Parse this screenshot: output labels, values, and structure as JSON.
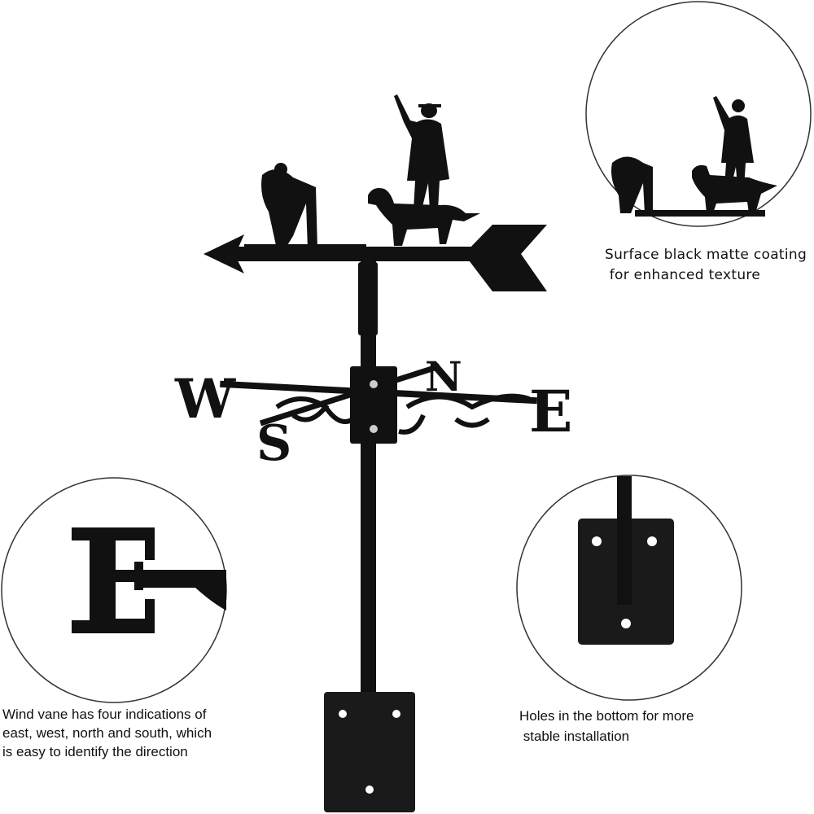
{
  "colors": {
    "metal": "#111111",
    "circle_border": "#333333",
    "background": "#ffffff"
  },
  "compass": {
    "west": "W",
    "east": "E",
    "north": "N",
    "south": "S"
  },
  "callouts": [
    {
      "topic": "coating",
      "lines": [
        "Surface black matte coating",
        " for enhanced texture"
      ]
    },
    {
      "topic": "directions",
      "lines": [
        "Wind vane has four indications of",
        "east, west, north and south, which",
        "is easy to identify the direction"
      ]
    },
    {
      "topic": "holes",
      "lines": [
        "Holes in the bottom for more",
        " stable installation"
      ]
    }
  ]
}
